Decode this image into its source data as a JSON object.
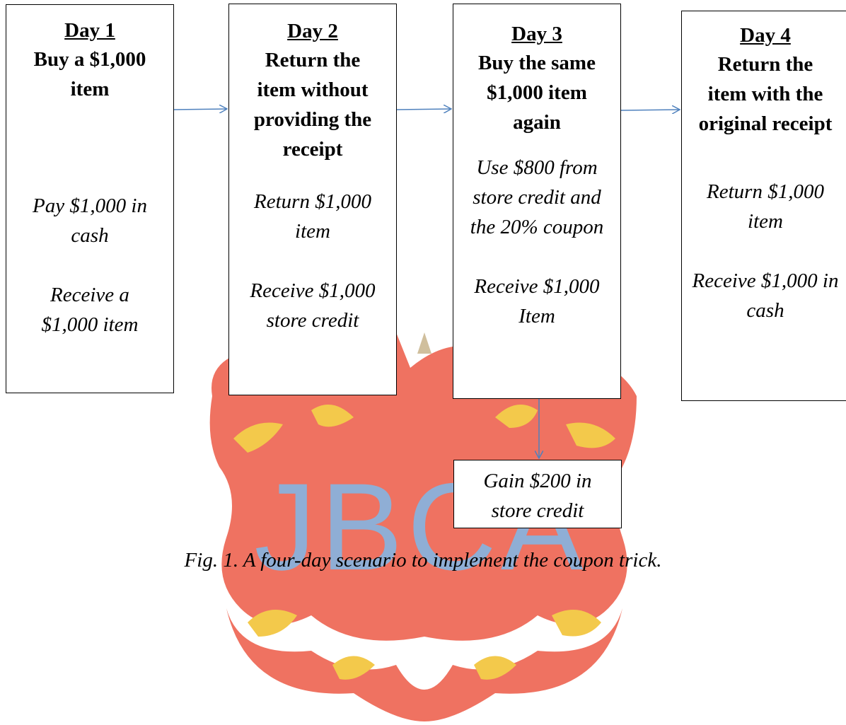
{
  "days": [
    {
      "label": "Day 1",
      "title": "Buy a $1,000 item",
      "notes": [
        "Pay $1,000 in cash",
        "Receive a $1,000 item"
      ]
    },
    {
      "label": "Day 2",
      "title": "Return the item without providing the receipt",
      "notes": [
        "Return $1,000 item",
        "Receive $1,000 store credit"
      ]
    },
    {
      "label": "Day 3",
      "title": "Buy the same $1,000 item again",
      "notes": [
        "Use $800 from store credit and the 20% coupon",
        "Receive $1,000 Item"
      ]
    },
    {
      "label": "Day 4",
      "title": "Return the item with the original receipt",
      "notes": [
        "Return $1,000 item",
        "Receive $1,000 in cash"
      ]
    }
  ],
  "gain": "Gain $200 in store credit",
  "caption": "Fig. 1. A four-day scenario to implement the coupon trick.",
  "watermark": "JBCA",
  "colors": {
    "arrow": "#4f81bd",
    "watermark_red": "#e8341c",
    "watermark_gold": "#f2c02c",
    "watermark_letters": "#6fa8dc"
  }
}
